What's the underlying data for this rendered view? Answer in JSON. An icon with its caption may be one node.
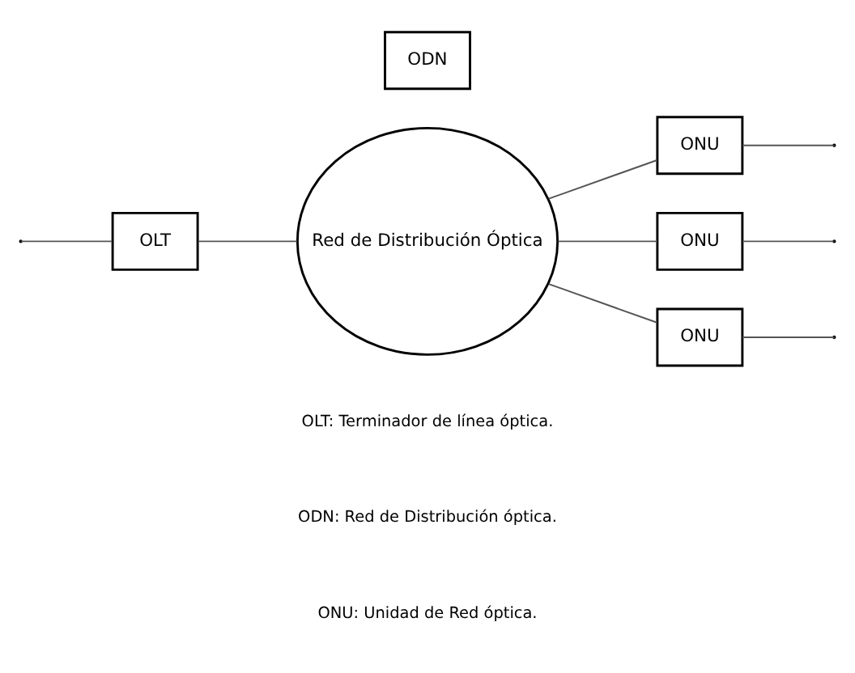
{
  "diagram": {
    "nodes": [
      {
        "text": [
          "ODN"
        ]
      },
      {
        "text": [
          "Red de Distribución Óptica"
        ]
      },
      {
        "text": [
          "OLT"
        ]
      },
      {
        "text": [
          "ONU"
        ]
      },
      {
        "text": [
          "ONU"
        ]
      },
      {
        "text": [
          "ONU"
        ]
      }
    ],
    "edges": [
      {
        "from": null,
        "to": 2,
        "arrow": "none"
      },
      {
        "from": 2,
        "to": 1,
        "arrow": "none"
      },
      {
        "from": 1,
        "to": 3,
        "arrow": "none"
      },
      {
        "from": 1,
        "to": 4,
        "arrow": "none"
      },
      {
        "from": 1,
        "to": 5,
        "arrow": "none"
      },
      {
        "from": 3,
        "to": null,
        "arrow": "none"
      },
      {
        "from": 4,
        "to": null,
        "arrow": "none"
      },
      {
        "from": 5,
        "to": null,
        "arrow": "none"
      }
    ],
    "labels": [
      "OLT: Terminador de línea óptica.",
      "ODN: Red de Distribución óptica.",
      "ONU: Unidad de Red óptica."
    ]
  }
}
